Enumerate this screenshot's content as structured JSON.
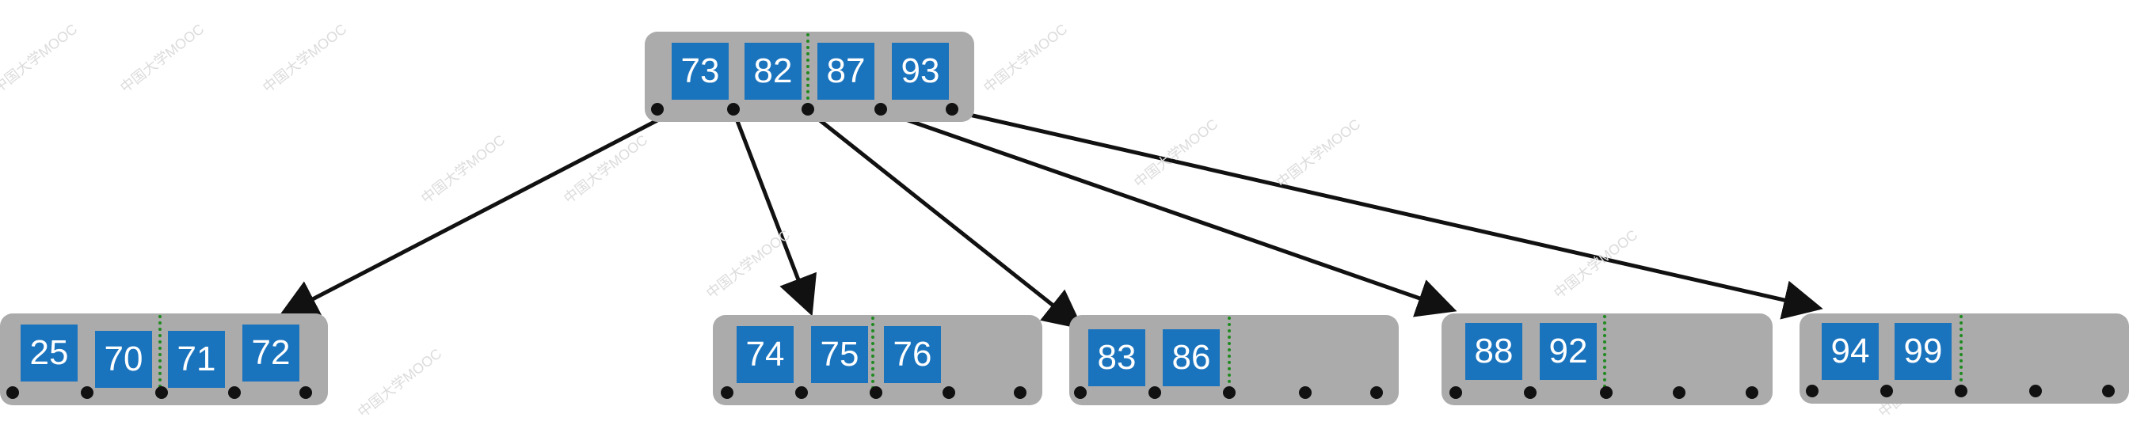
{
  "watermark": "中国大学MOOC",
  "colors": {
    "node_bg": "#ababab",
    "key_bg": "#1a73bd",
    "key_text": "#ffffff",
    "pointer": "#111111",
    "split": "#1f8a1f"
  },
  "root": {
    "keys": [
      "73",
      "82",
      "87",
      "93"
    ]
  },
  "children": [
    {
      "keys": [
        "25",
        "70",
        "71",
        "72"
      ]
    },
    {
      "keys": [
        "74",
        "75",
        "76"
      ]
    },
    {
      "keys": [
        "83",
        "86"
      ]
    },
    {
      "keys": [
        "88",
        "92"
      ]
    },
    {
      "keys": [
        "94",
        "99"
      ]
    }
  ]
}
